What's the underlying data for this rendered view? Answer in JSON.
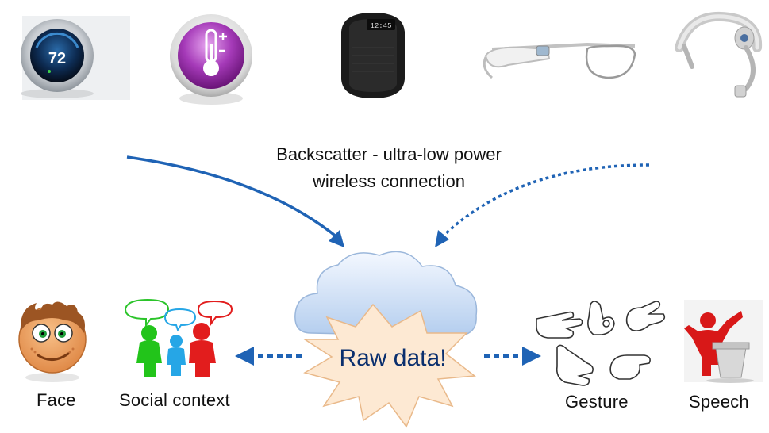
{
  "caption": {
    "line1": "Backscatter - ultra-low power",
    "line2": "wireless connection"
  },
  "center_label": "Raw data!",
  "thermostat_display": "72",
  "band_display": "12:45",
  "outputs": {
    "face": "Face",
    "social": "Social context",
    "gesture": "Gesture",
    "speech": "Speech"
  },
  "colors": {
    "arrow": "#1f63b5",
    "burst_fill": "#fde9d3",
    "cloud_top": "#f4f8ff",
    "cloud_bottom": "#b8d0f0",
    "nest_ring": "#c9cdd2",
    "thermo_purple": "#9b2fae",
    "band": "#1b1b1b",
    "person_green": "#22c41a",
    "person_blue": "#26a6e6",
    "person_red": "#e21d1d",
    "face_skin": "#f2a766",
    "face_hair": "#9c5523"
  },
  "icons": [
    "thermostat-icon",
    "thermometer-app-icon",
    "fitness-band-icon",
    "smart-glasses-icon",
    "eeg-headset-icon",
    "cloud-icon",
    "face-icon",
    "social-people-icon",
    "hand-gestures-icon",
    "speaker-podium-icon"
  ]
}
